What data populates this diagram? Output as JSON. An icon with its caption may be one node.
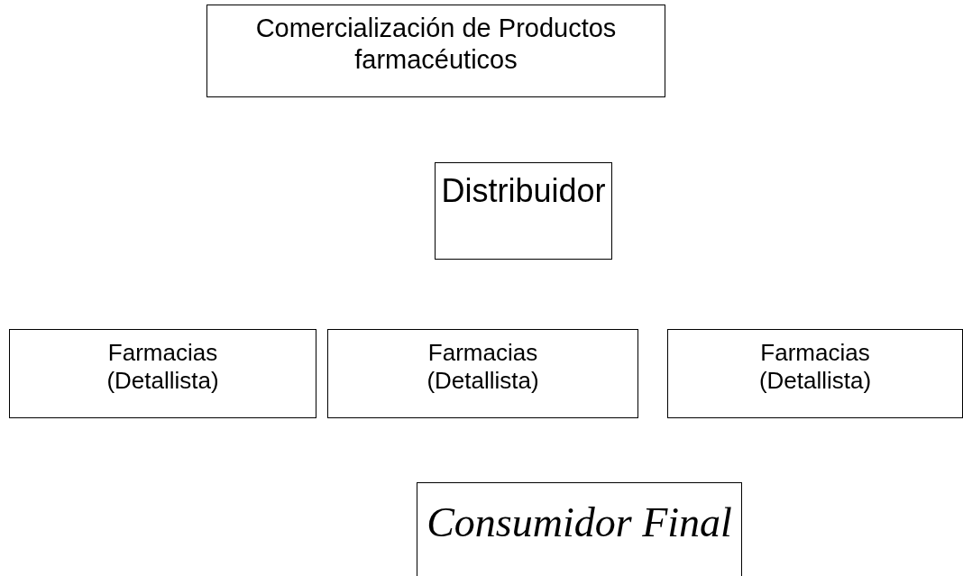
{
  "diagram": {
    "nodes": [
      {
        "text": [
          "Comercialización de Productos farmacéuticos"
        ]
      },
      {
        "text": [
          "Distribuidor"
        ]
      },
      {
        "text": [
          "Farmacias (Detallista)"
        ]
      },
      {
        "text": [
          "Farmacias (Detallista)"
        ]
      },
      {
        "text": [
          "Farmacias (Detallista)"
        ]
      },
      {
        "text": [
          "Consumidor Final"
        ]
      }
    ],
    "edges": []
  }
}
